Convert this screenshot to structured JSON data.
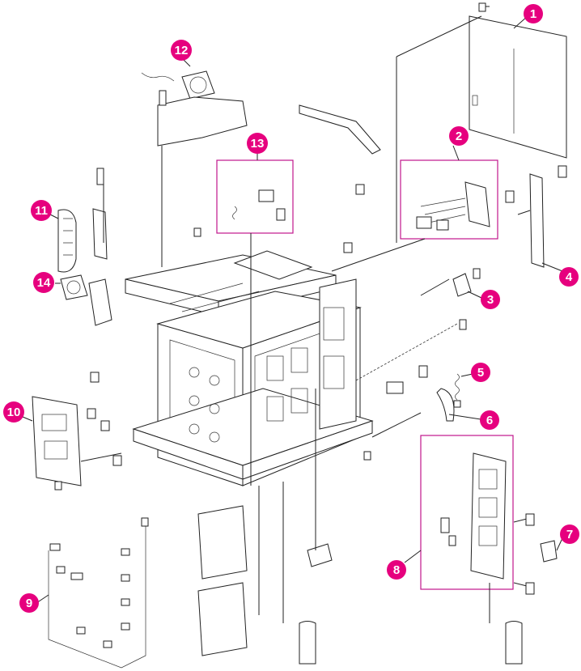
{
  "diagram": {
    "accent_color": "#e6007e",
    "callouts": [
      {
        "id": "1",
        "label": "1"
      },
      {
        "id": "2",
        "label": "2"
      },
      {
        "id": "3",
        "label": "3"
      },
      {
        "id": "4",
        "label": "4"
      },
      {
        "id": "5",
        "label": "5"
      },
      {
        "id": "6",
        "label": "6"
      },
      {
        "id": "7",
        "label": "7"
      },
      {
        "id": "8",
        "label": "8"
      },
      {
        "id": "9",
        "label": "9"
      },
      {
        "id": "10",
        "label": "10"
      },
      {
        "id": "11",
        "label": "11"
      },
      {
        "id": "12",
        "label": "12"
      },
      {
        "id": "13",
        "label": "13"
      },
      {
        "id": "14",
        "label": "14"
      }
    ]
  }
}
